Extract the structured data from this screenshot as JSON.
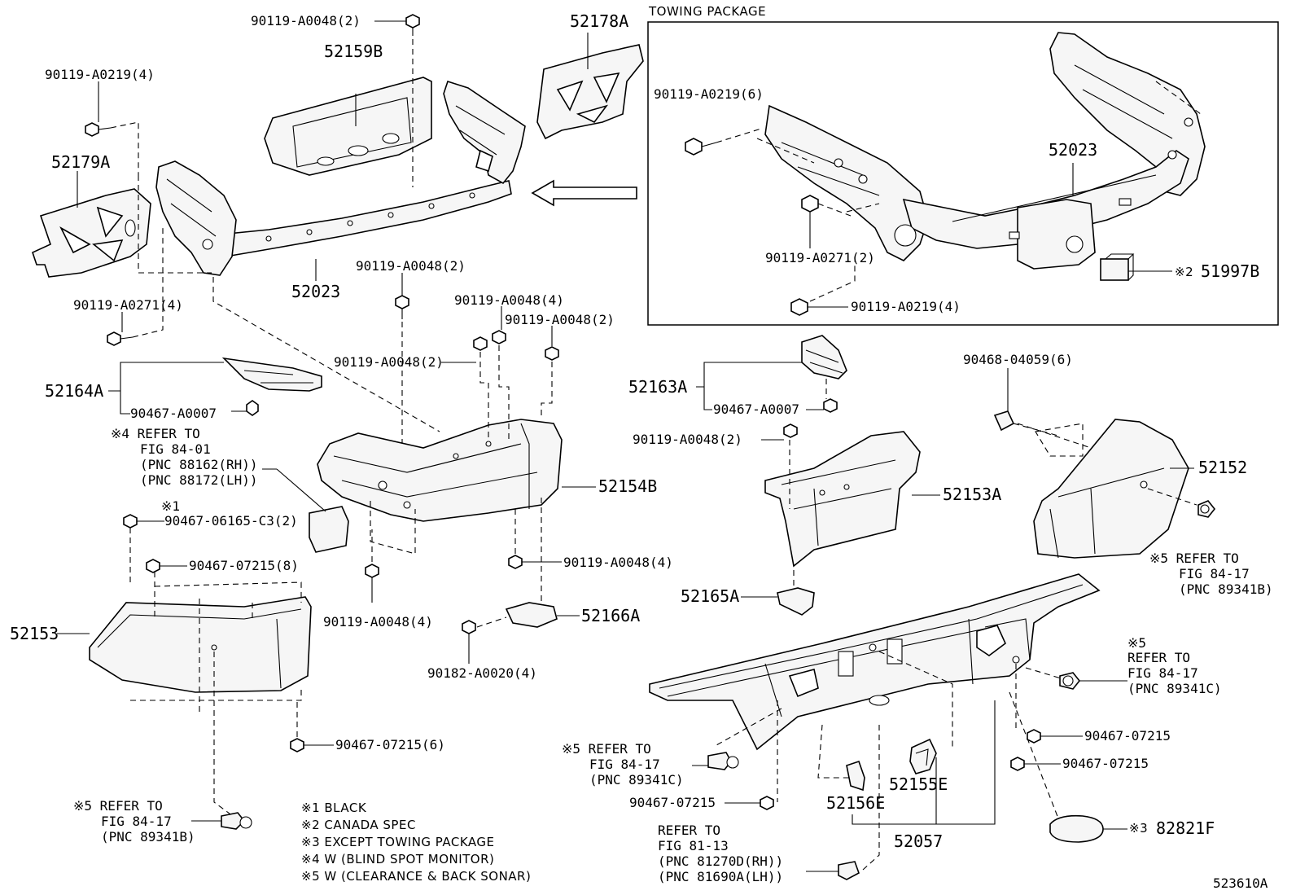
{
  "towing_package": {
    "title": "TOWING PACKAGE",
    "bolt_top": "90119-A0219(6)",
    "hitch": "52023",
    "bolt_mid": "90119-A0271(2)",
    "bolt_bottom": "90119-A0219(4)",
    "plug_mark": "※2",
    "plug": "51997B"
  },
  "labels": {
    "p_90119_A0048_2_top": "90119-A0048(2)",
    "p_52178A": "52178A",
    "p_52159B": "52159B",
    "p_90119_A0219_4": "90119-A0219(4)",
    "p_52179A": "52179A",
    "p_52023": "52023",
    "p_90119_A0048_2_mid": "90119-A0048(2)",
    "p_90119_A0271_4": "90119-A0271(4)",
    "p_90119_A0048_4_top": "90119-A0048(4)",
    "p_90119_A0048_2_right": "90119-A0048(2)",
    "p_90119_A0048_2_left": "90119-A0048(2)",
    "p_52164A": "52164A",
    "p_90467_A0007_left": "90467-A0007",
    "p_52154B": "52154B",
    "p_52163A": "52163A",
    "p_90467_A0007_right": "90467-A0007",
    "p_90119_A0048_2_r2": "90119-A0048(2)",
    "p_52153A": "52153A",
    "p_90468_04059_6": "90468-04059(6)",
    "p_52152": "52152",
    "p_90467_06165": "90467-06165-C3(2)",
    "p_90467_07215_8": "90467-07215(8)",
    "p_52153": "52153",
    "p_90119_A0048_4_right": "90119-A0048(4)",
    "p_90119_A0048_4_bottom": "90119-A0048(4)",
    "p_52166A": "52166A",
    "p_90182_A0020_4": "90182-A0020(4)",
    "p_52165A": "52165A",
    "p_90467_07215_6": "90467-07215(6)",
    "p_90467_07215_a": "90467-07215",
    "p_90467_07215_b": "90467-07215",
    "p_90467_07215_c": "90467-07215",
    "p_52155E": "52155E",
    "p_52156E": "52156E",
    "p_52057": "52057",
    "p_82821F": "82821F",
    "mark_82821F": "※3",
    "fig_id": "523610A"
  },
  "refer_notes": {
    "n4": [
      "※4 REFER TO",
      "FIG 84-01",
      "(PNC 88162(RH))",
      "(PNC 88172(LH))"
    ],
    "n1_mark": "※1",
    "n5_right": [
      "※5 REFER TO",
      "FIG 84-17",
      "(PNC 89341B)"
    ],
    "n5_right2": [
      "※5",
      "REFER TO",
      "FIG 84-17",
      "(PNC 89341C)"
    ],
    "n5_mid": [
      "※5 REFER TO",
      "FIG 84-17",
      "(PNC 89341C)"
    ],
    "n5_left": [
      "※5 REFER TO",
      "FIG 84-17",
      "(PNC 89341B)"
    ],
    "n_81": [
      "REFER TO",
      "FIG 81-13",
      "(PNC 81270D(RH))",
      "(PNC 81690A(LH))"
    ]
  },
  "legend": [
    "※1  BLACK",
    "※2  CANADA SPEC",
    "※3  EXCEPT TOWING PACKAGE",
    "※4  W (BLIND SPOT MONITOR)",
    "※5  W (CLEARANCE & BACK SONAR)"
  ]
}
